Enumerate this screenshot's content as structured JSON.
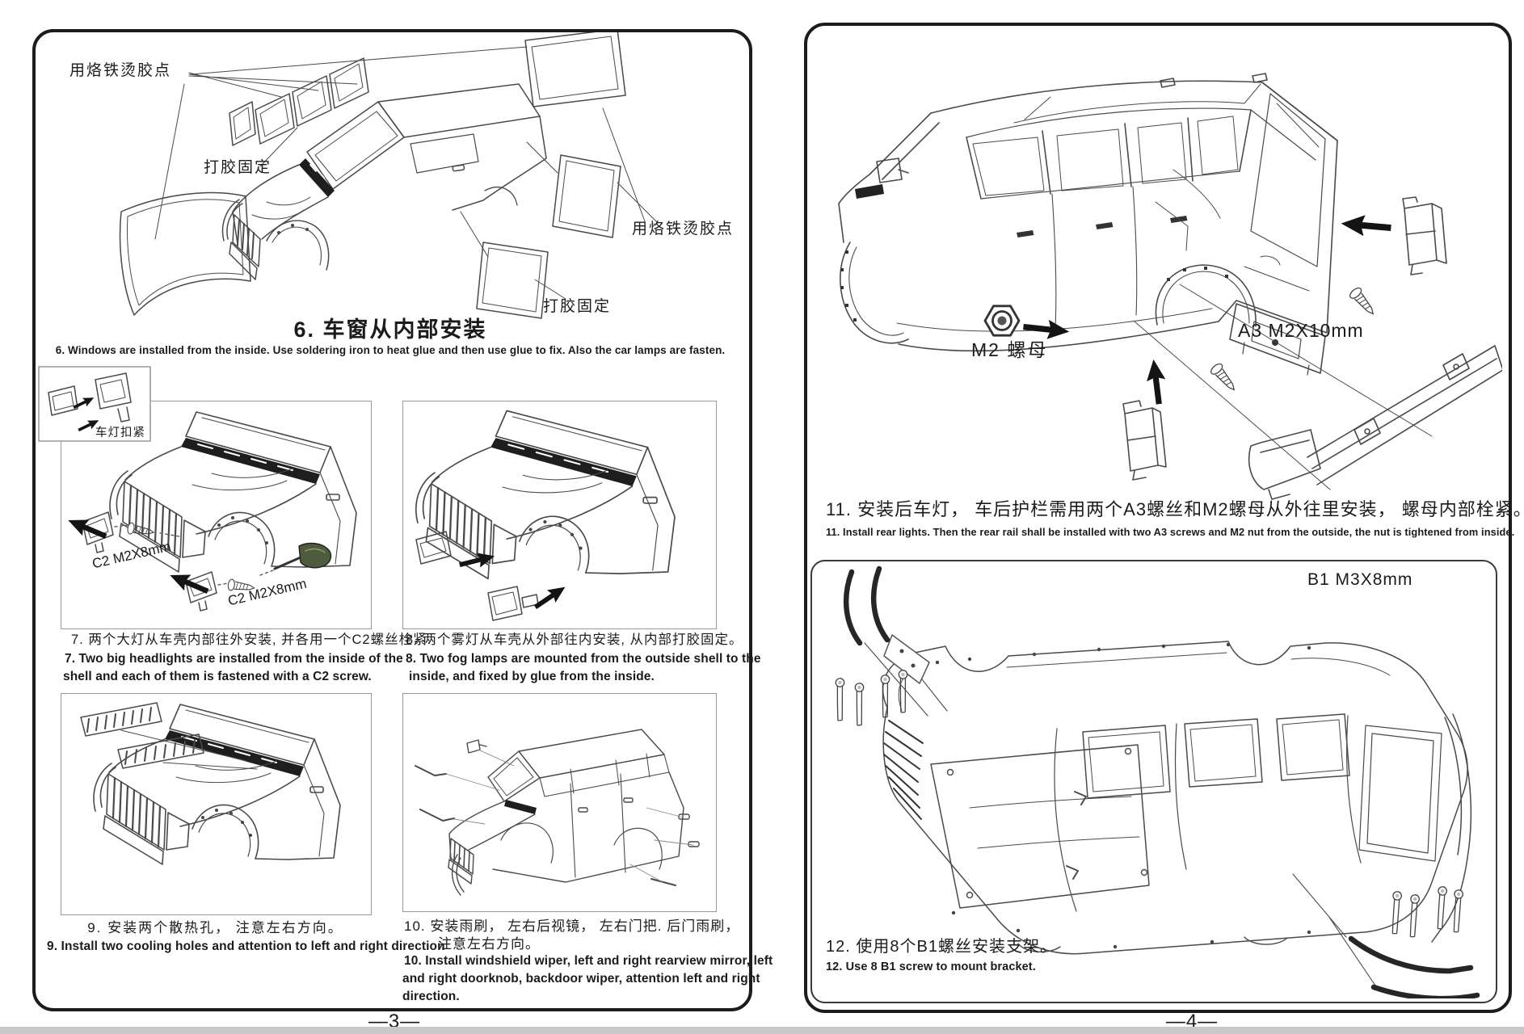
{
  "left_page": {
    "page_number": "—3—",
    "window_section": {
      "label_solder_left": "用烙铁烫胶点",
      "label_glue_left": "打胶固定",
      "label_solder_right": "用烙铁烫胶点",
      "label_glue_right": "打胶固定",
      "title_zh": "6. 车窗从内部安装",
      "desc_en": "6. Windows are installed from the inside. Use soldering iron to heat glue and then use glue to fix. Also the car lamps are fasten."
    },
    "step7": {
      "inset_label": "车灯扣紧",
      "screw_label_a": "C2 M2X8mm",
      "screw_label_b": "C2 M2X8mm",
      "zh": "7. 两个大灯从车壳内部往外安装, 并各用一个C2螺丝栓紧.",
      "en_line1": "7. Two big headlights are installed from the inside of the",
      "en_line2": "shell and each of them is fastened with a C2 screw."
    },
    "step8": {
      "zh": "8. 两个雾灯从车壳从外部往内安装, 从内部打胶固定。",
      "en_line1": "8. Two fog lamps are mounted from the outside shell to the",
      "en_line2": "inside, and fixed by glue from the inside."
    },
    "step9": {
      "zh": "9. 安装两个散热孔， 注意左右方向。",
      "en": "9. Install two cooling holes and attention to left and right direction"
    },
    "step10": {
      "zh_line1": "10. 安装雨刷， 左右后视镜， 左右门把. 后门雨刷，",
      "zh_line2": "注意左右方向。",
      "en_line1": "10. Install windshield wiper, left and right rearview mirror, left",
      "en_line2": "and right doorknob, backdoor wiper, attention left and right",
      "en_line3": "direction."
    }
  },
  "right_page": {
    "page_number": "—4—",
    "step11": {
      "nut_label": "M2 螺母",
      "screw_label": "A3  M2X10mm",
      "zh": "11. 安装后车灯， 车后护栏需用两个A3螺丝和M2螺母从外往里安装， 螺母内部栓紧。",
      "en": "11. Install rear lights. Then the rear rail shall be installed with two A3 screws and M2 nut from the outside, the nut is tightened from inside."
    },
    "step12": {
      "screw_label": "B1  M3X8mm",
      "zh": "12. 使用8个B1螺丝安装支架。",
      "en": "12. Use 8 B1 screw to mount bracket."
    }
  }
}
